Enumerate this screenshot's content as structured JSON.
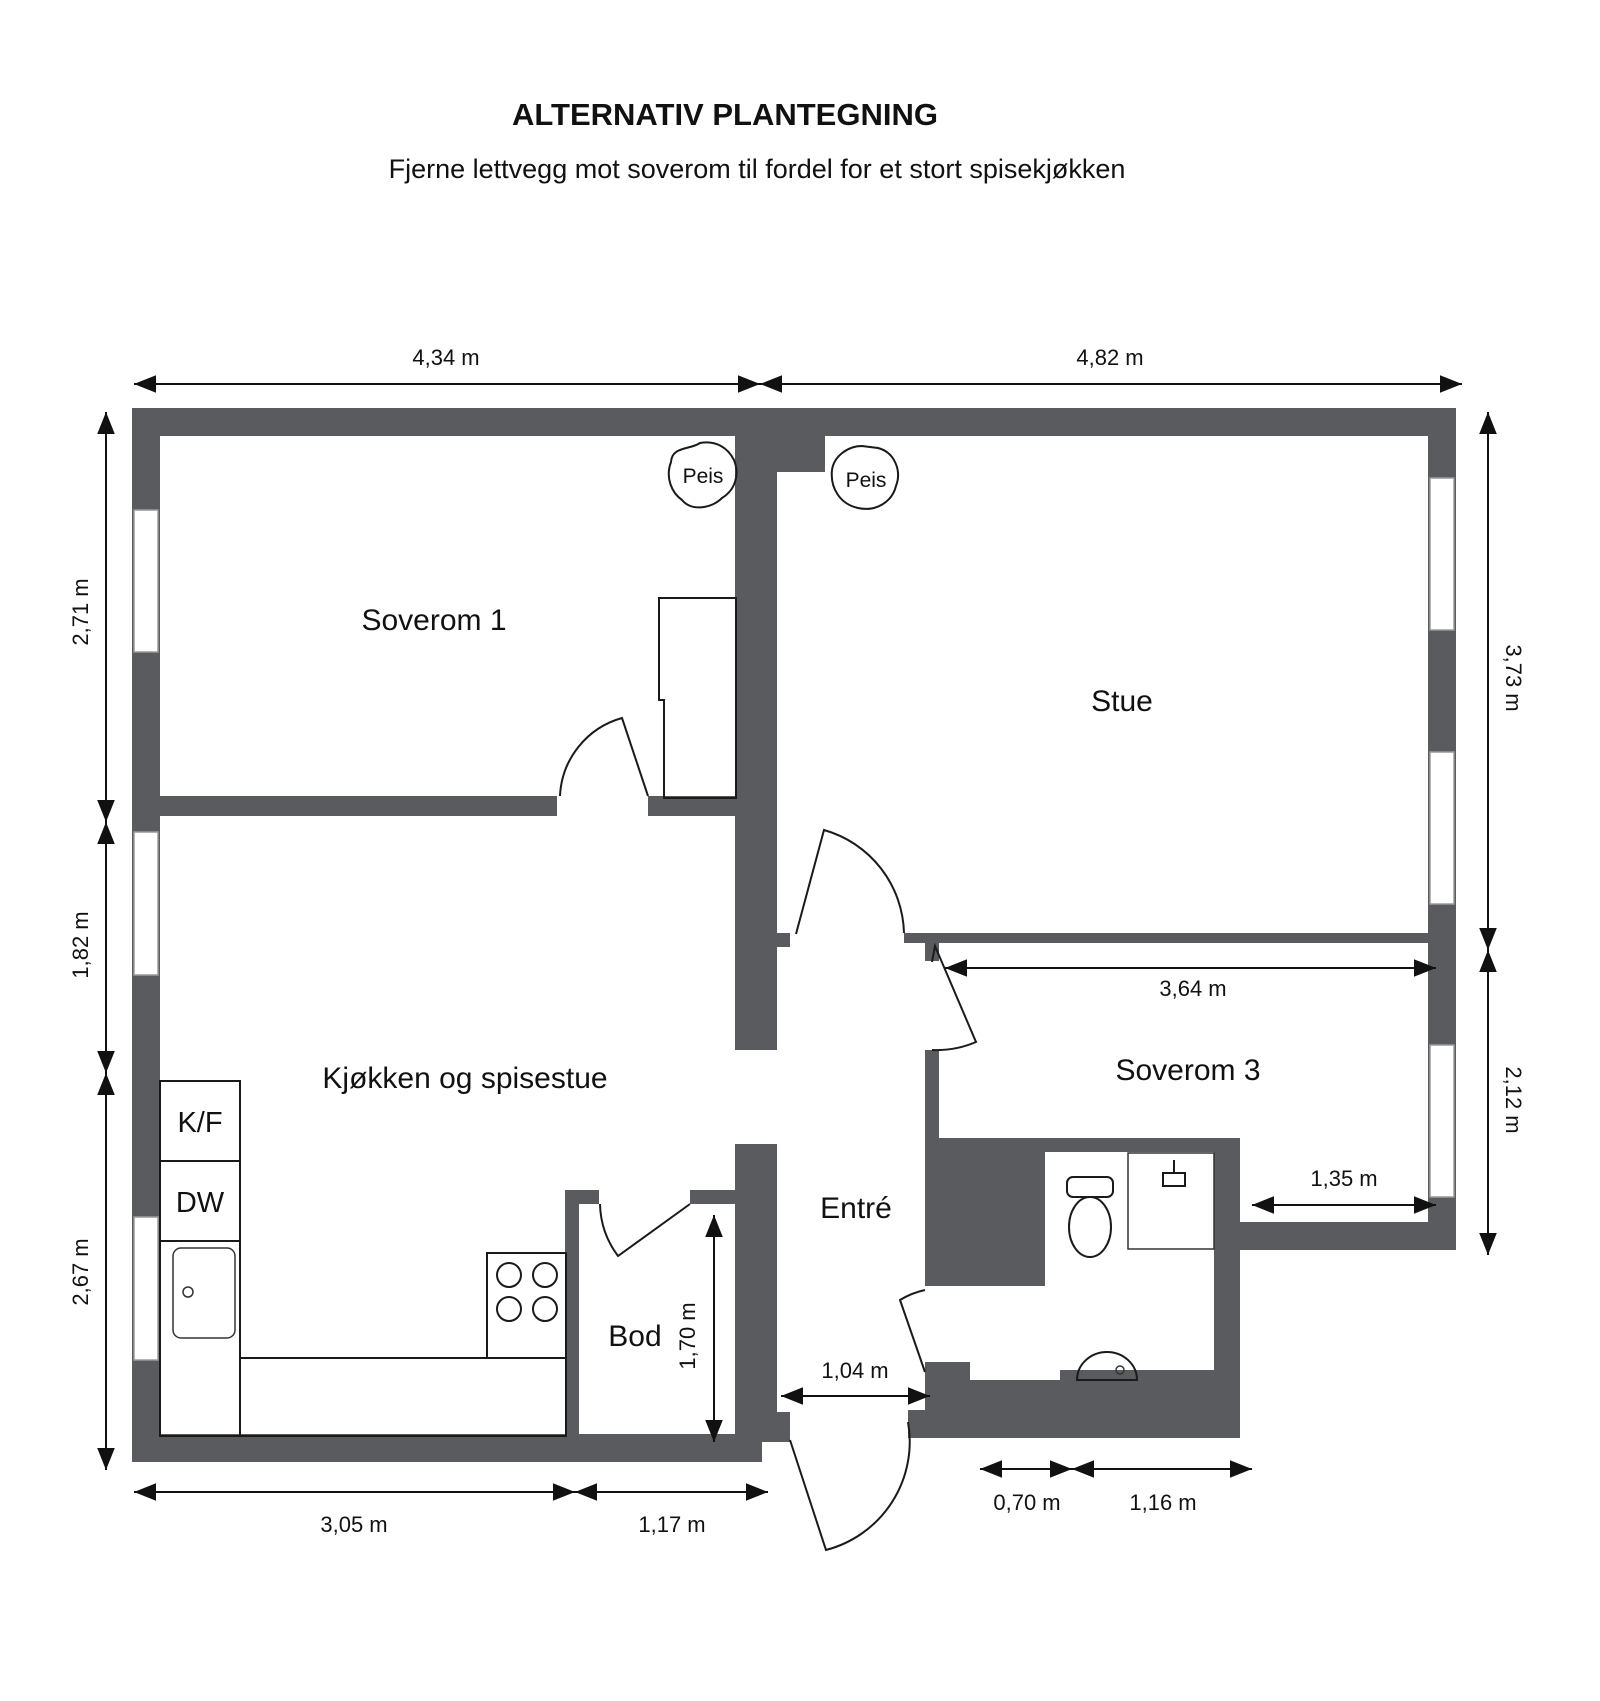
{
  "header": {
    "title": "ALTERNATIV PLANTEGNING",
    "subtitle": "Fjerne lettvegg mot soverom til fordel for et stort spisekjøkken"
  },
  "rooms": {
    "soverom1": "Soverom 1",
    "stue": "Stue",
    "kjokken": "Kjøkken og spisestue",
    "soverom3": "Soverom 3",
    "entre": "Entré",
    "bod": "Bod"
  },
  "fixtures": {
    "peis_left": "Peis",
    "peis_right": "Peis",
    "kf": "K/F",
    "dw": "DW"
  },
  "dimensions": {
    "top_left": "4,34 m",
    "top_right": "4,82 m",
    "left_top": "2,71 m",
    "left_mid": "1,82 m",
    "left_bottom": "2,67 m",
    "right_top": "3,73 m",
    "right_bottom": "2,12 m",
    "soverom3_width": "3,64 m",
    "bath_right": "1,35 m",
    "bod_height": "1,70 m",
    "entre_width": "1,04 m",
    "bottom_left": "3,05 m",
    "bottom_mid": "1,17 m",
    "bottom_right_a": "0,70 m",
    "bottom_right_b": "1,16 m"
  },
  "colors": {
    "wall": "#5a5b5f",
    "background": "#ffffff"
  }
}
